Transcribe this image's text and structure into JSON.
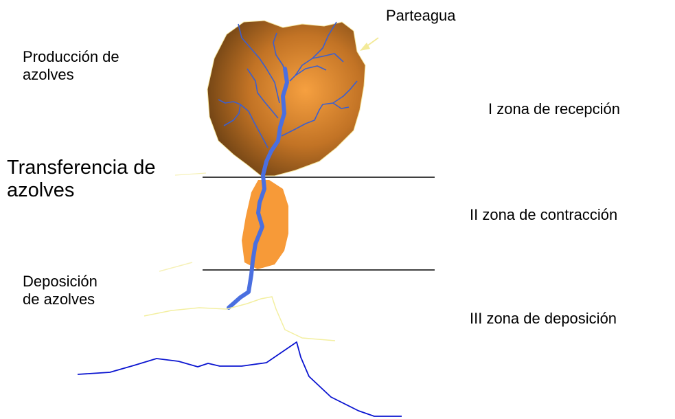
{
  "labels": {
    "divide": "Parteagua",
    "production_line1": "Producción de",
    "production_line2": "azolves",
    "transfer_line1": "Transferencia de",
    "transfer_line2": "azolves",
    "deposition_line1": "Deposición",
    "deposition_line2": "de azolves",
    "zone1": "I zona de recepción",
    "zone2": "II zona de contracción",
    "zone3": "III zona de deposición"
  },
  "colors": {
    "basin_dark": "#7a4a1a",
    "basin_light": "#f39a3a",
    "tributary": "#3a5fd0",
    "main_channel": "#4a6fe0",
    "profile": "#0a14d0",
    "pale_outline": "#f3efa0",
    "arrow": "#f3ea98"
  }
}
